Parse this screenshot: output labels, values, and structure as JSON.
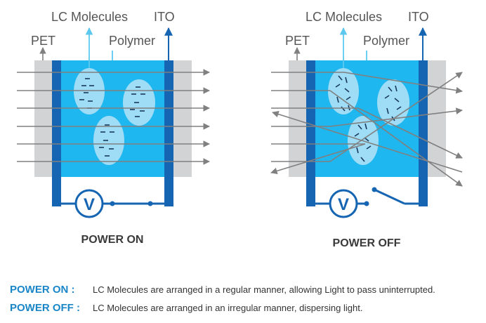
{
  "diagram": {
    "left": {
      "label_lc": "LC Molecules",
      "label_ito": "ITO",
      "label_pet": "PET",
      "label_polymer": "Polymer",
      "voltmeter": "V",
      "caption": "POWER ON"
    },
    "right": {
      "label_lc": "LC Molecules",
      "label_ito": "ITO",
      "label_pet": "PET",
      "label_polymer": "Polymer",
      "voltmeter": "V",
      "caption": "POWER OFF"
    }
  },
  "legend": [
    {
      "key": "POWER ON :",
      "desc": "LC Molecules are arranged in a regular manner, allowing Light to pass uninterrupted."
    },
    {
      "key": "POWER OFF :",
      "desc": "LC Molecules are arranged in an irregular manner, dispersing light."
    }
  ],
  "colors": {
    "cell_blue": "#1fb7ef",
    "electrode": "#1565b3",
    "pet_gray": "#d2d3d5",
    "bubble": "#9fdcf5",
    "arrow_gray": "#808080",
    "legend_key": "#1a86c8"
  }
}
